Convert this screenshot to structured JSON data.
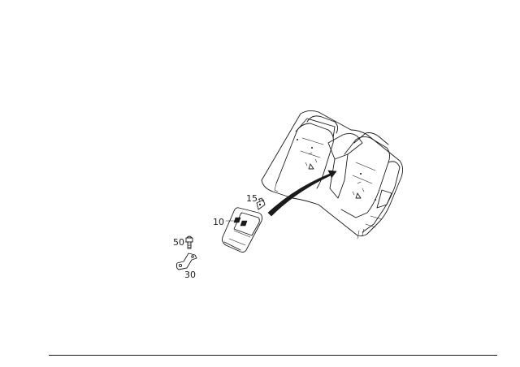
{
  "parts": [
    {
      "id": "p10",
      "number": "10"
    },
    {
      "id": "p15",
      "number": "15"
    },
    {
      "id": "p30",
      "number": "30"
    },
    {
      "id": "p50",
      "number": "50"
    }
  ],
  "colors": {
    "line": "#1a1a1a",
    "background": "#ffffff"
  }
}
